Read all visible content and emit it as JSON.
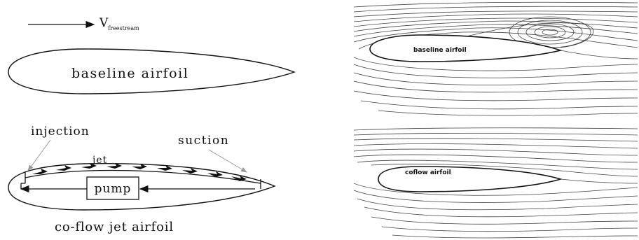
{
  "left_panel": {
    "velocity_symbol": "V",
    "velocity_subscript": "freestream",
    "baseline_label": "baseline airfoil",
    "cfj_title": "co-flow jet airfoil",
    "injection_label": "injection",
    "suction_label": "suction",
    "jet_label": "jet",
    "pump_label": "pump"
  },
  "right_panel": {
    "baseline_label": "baseline airfoil",
    "coflow_label": "coflow airfoil"
  }
}
